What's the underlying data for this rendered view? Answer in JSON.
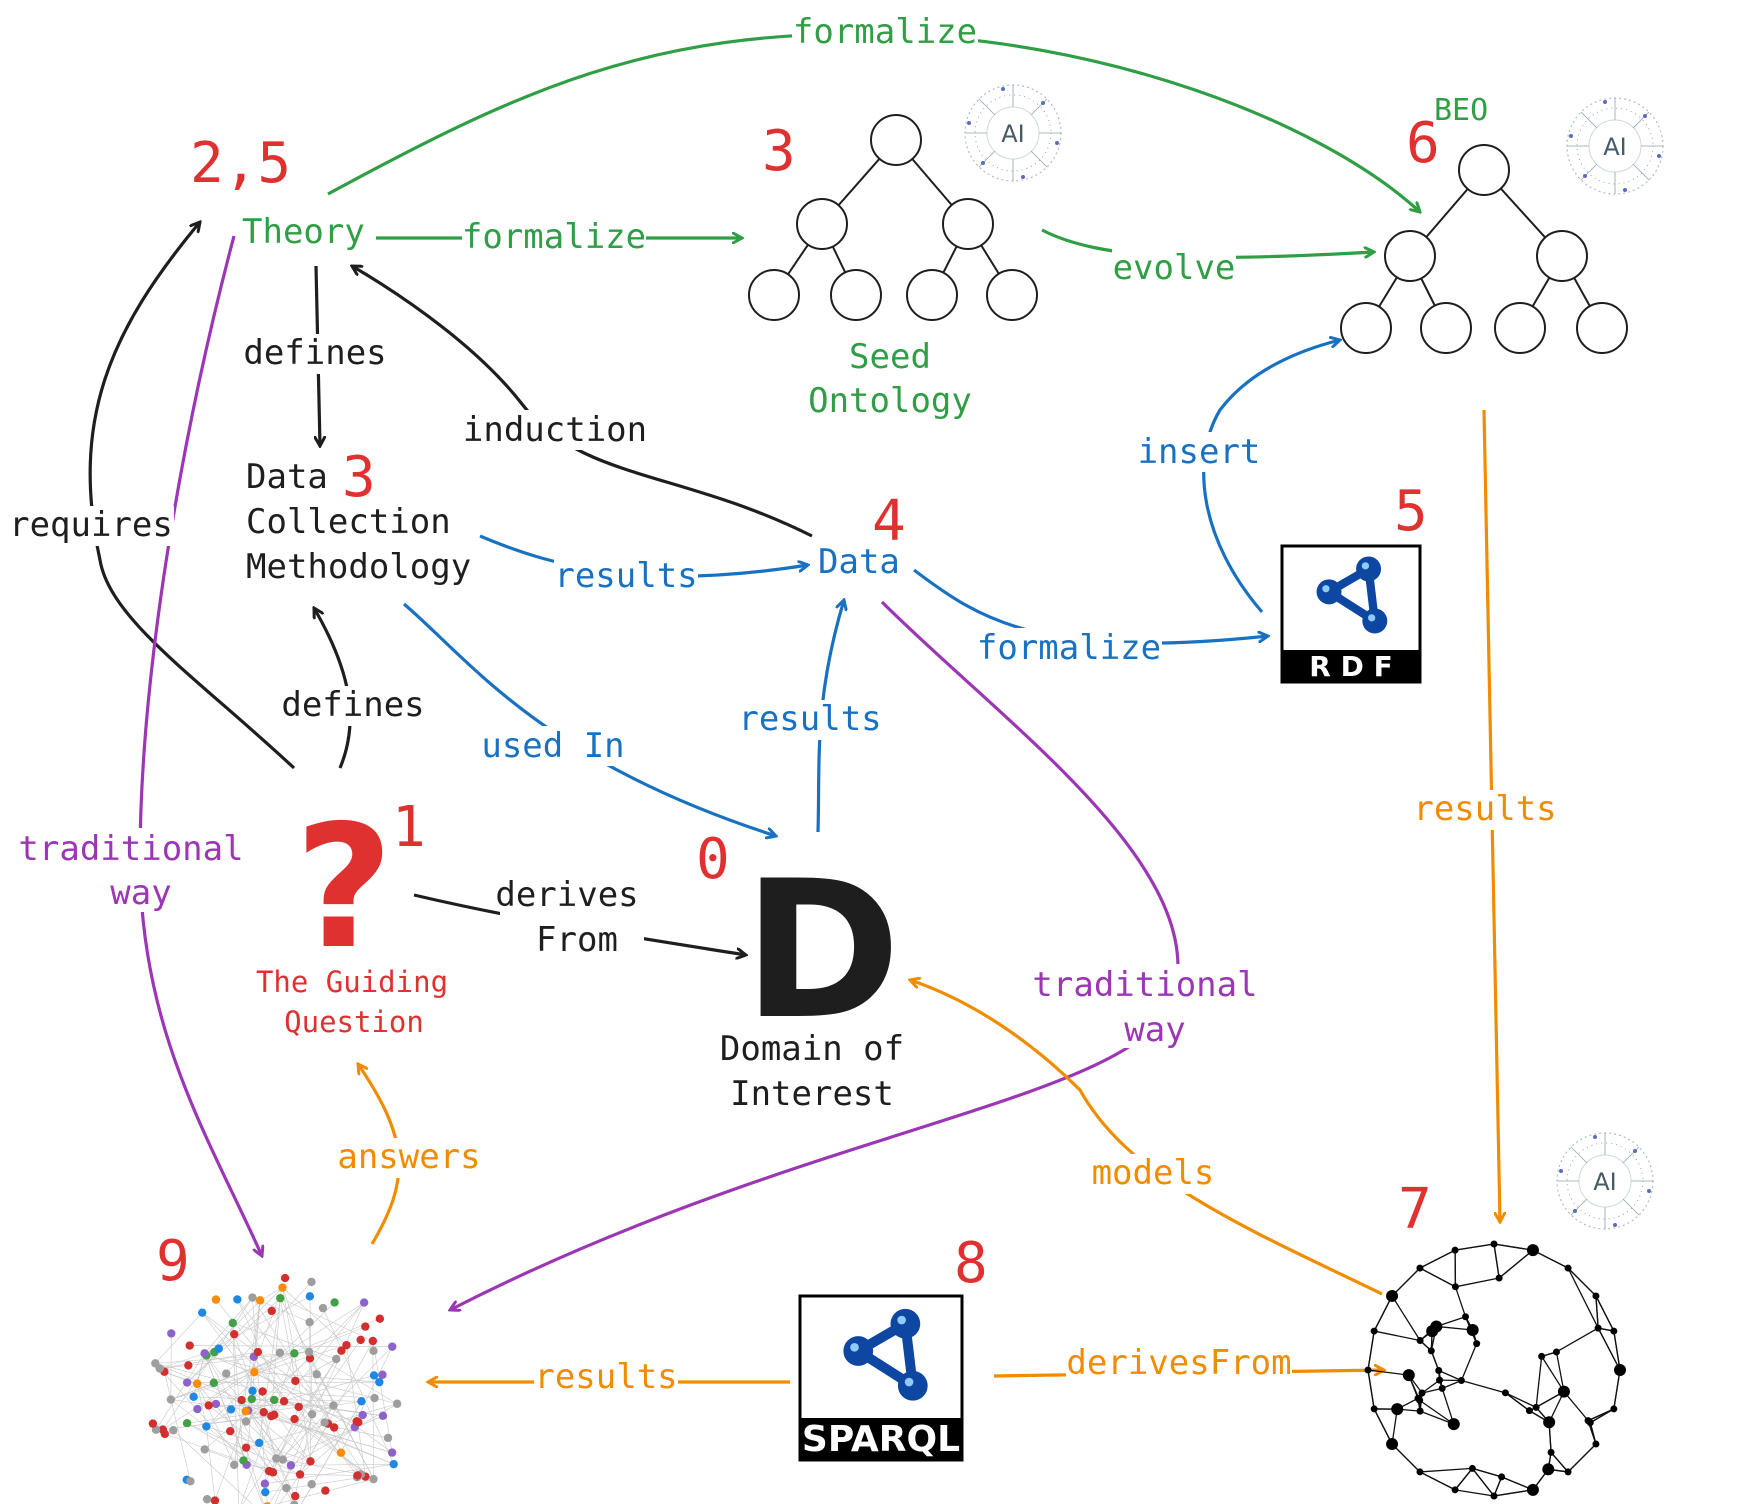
{
  "numbers": {
    "theory": "2,5",
    "seed": "3",
    "beo": "6",
    "method": "3",
    "data": "4",
    "rdf": "5",
    "question": "1",
    "domain": "0",
    "kg": "7",
    "sparql": "8",
    "graph": "9"
  },
  "nodes": {
    "theory": "Theory",
    "seed_line1": "Seed",
    "seed_line2": "Ontology",
    "beo": "BEO",
    "method_line1": "Data",
    "method_line2": "Collection",
    "method_line3": "Methodology",
    "data": "Data",
    "question_line1": "The Guiding",
    "question_line2": "Question",
    "domain_line1": "Domain of",
    "domain_line2": "Interest",
    "question_glyph": "?",
    "domain_glyph": "D"
  },
  "logos": {
    "ai": "AI",
    "rdf": "R D F",
    "sparql": "SPARQL"
  },
  "edges": {
    "formalize_top": "formalize",
    "formalize_mid": "formalize",
    "evolve": "evolve",
    "defines_top": "defines",
    "induction": "induction",
    "insert": "insert",
    "requires": "requires",
    "results_method": "results",
    "formalize_rdf": "formalize",
    "defines_bottom": "defines",
    "used_in": "used In",
    "results_domain": "results",
    "results_beo": "results",
    "traditional_left_1": "traditional",
    "traditional_left_2": "way",
    "derives_1": "derives",
    "derives_2": "From",
    "traditional_right_1": "traditional",
    "traditional_right_2": "way",
    "answers": "answers",
    "models": "models",
    "results_sparql": "results",
    "derives_from": "derivesFrom"
  },
  "colors": {
    "green": "#2f9e44",
    "blue": "#1971c2",
    "purple": "#9c36b5",
    "orange": "#f08c00",
    "red": "#e03131",
    "black": "#1e1e1e",
    "logo_blue": "#0d47a1"
  },
  "icons": [
    "ai-badge-icon",
    "rdf-logo-icon",
    "sparql-logo-icon",
    "question-mark-icon",
    "domain-d-icon",
    "tree-icon",
    "network-icon"
  ]
}
